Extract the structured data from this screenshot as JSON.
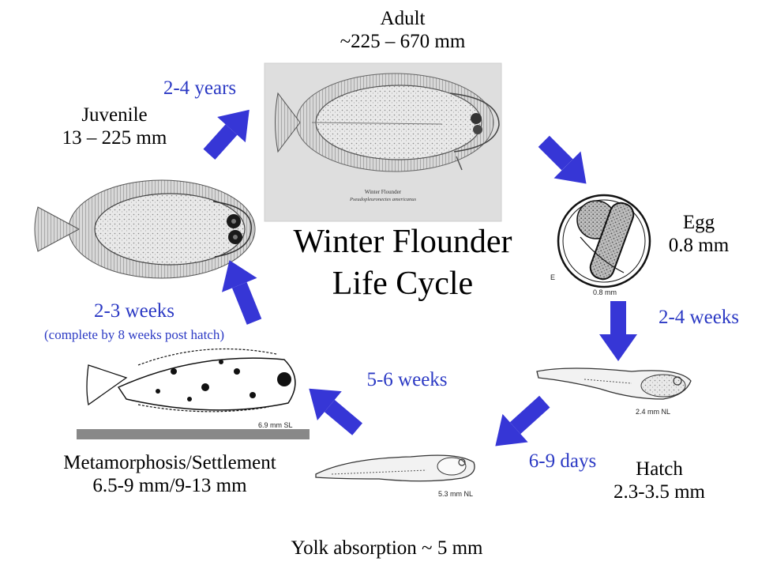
{
  "title": {
    "line1": "Winter Flounder",
    "line2": "Life Cycle"
  },
  "stages": {
    "adult": {
      "name": "Adult",
      "size": "~225 – 670 mm"
    },
    "egg": {
      "name": "Egg",
      "size": "0.8 mm"
    },
    "hatch": {
      "name": "Hatch",
      "size": "2.3-3.5 mm"
    },
    "yolk": {
      "name": "Yolk absorption ~ 5 mm"
    },
    "metamorphosis": {
      "name": "Metamorphosis/Settlement",
      "size": "6.5-9 mm/9-13 mm"
    },
    "juvenile": {
      "name": "Juvenile",
      "size": "13 – 225 mm"
    }
  },
  "durations": {
    "juvenile_to_adult": "2-4 years",
    "egg_to_hatch": "2-4 weeks",
    "hatch_to_yolk": "6-9 days",
    "yolk_to_metamorphosis": "5-6 weeks",
    "metamorphosis_to_juvenile": "2-3 weeks",
    "metamorphosis_note": "(complete by 8 weeks post hatch)"
  },
  "figure_labels": {
    "adult_caption": "Winter Flounder",
    "adult_species": "Pseudopleuronectes americanus",
    "egg_panel": "E",
    "egg_scale": "0.8 mm",
    "hatch_scale": "2.4 mm NL",
    "yolk_scale": "5.3 mm NL",
    "metamorphosis_scale": "6.9 mm SL"
  },
  "colors": {
    "arrow": "#3636d6",
    "duration_text": "#2b39c4"
  }
}
